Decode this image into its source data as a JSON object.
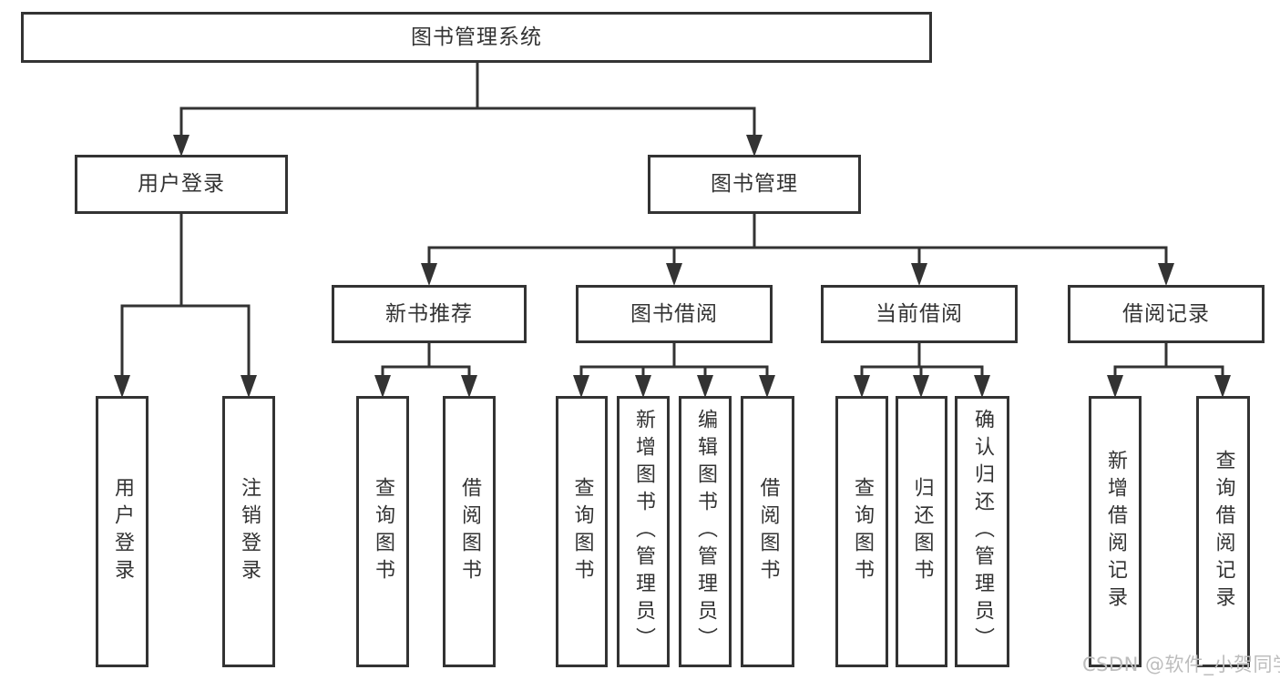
{
  "diagram": {
    "root": {
      "label": "图书管理系统"
    },
    "level2": [
      {
        "label": "用户登录"
      },
      {
        "label": "图书管理"
      }
    ],
    "level3": [
      {
        "label": "新书推荐"
      },
      {
        "label": "图书借阅"
      },
      {
        "label": "当前借阅"
      },
      {
        "label": "借阅记录"
      }
    ],
    "leaves": {
      "user_login": [
        "用户登录",
        "注销登录"
      ],
      "new_book": [
        "查询图书",
        "借阅图书"
      ],
      "book_borrow": [
        "查询图书",
        "新增图书（管理员）",
        "编辑图书（管理员）",
        "借阅图书"
      ],
      "current_borrow": [
        "查询图书",
        "归还图书",
        "确认归还（管理员）"
      ],
      "borrow_record": [
        "新增借阅记录",
        "查询借阅记录"
      ]
    }
  },
  "watermark": "CSDN @软件_小贺同学",
  "colors": {
    "line": "#333333",
    "box_border": "#333333",
    "text": "#333333",
    "watermark": "#bdbdbd",
    "background": "#ffffff"
  }
}
